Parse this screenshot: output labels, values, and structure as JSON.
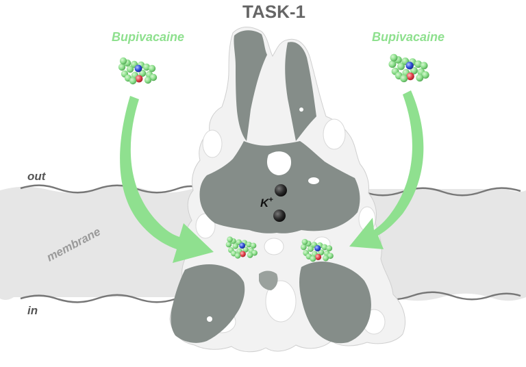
{
  "title": "TASK-1",
  "drug_left": {
    "label": "Bupivacaine"
  },
  "drug_right": {
    "label": "Bupivacaine"
  },
  "labels": {
    "out": "out",
    "in": "in",
    "membrane": "membrane",
    "ion": "K",
    "ion_charge": "+"
  },
  "colors": {
    "drug_green": "#8ee08e",
    "arrow_green": "#8fe08f",
    "protein_cut": "#858d89",
    "protein_surface": "#f1f1f1",
    "membrane_fill": "#e6e6e6",
    "membrane_line": "#777777",
    "oxygen": "#e5424d",
    "nitrogen": "#2f4fd8",
    "potassium": "#2a2a2a"
  },
  "icons": [
    "bupivacaine-molecule-icon",
    "potassium-ion-icon",
    "curved-arrow-icon"
  ]
}
